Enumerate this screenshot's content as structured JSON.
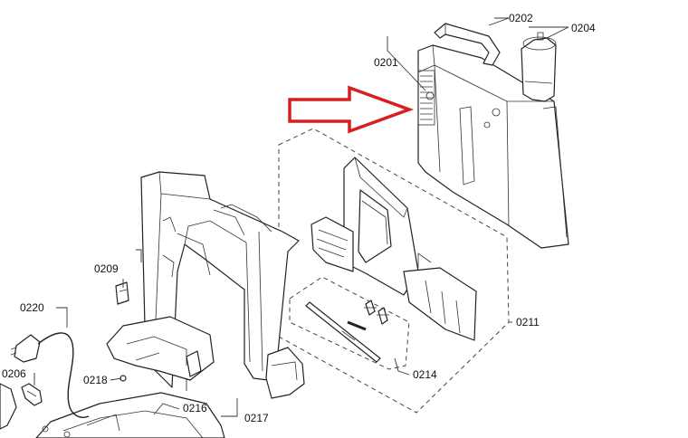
{
  "diagram": {
    "labels": [
      {
        "id": "0201",
        "text": "0201"
      },
      {
        "id": "0202",
        "text": "0202"
      },
      {
        "id": "0204",
        "text": "0204"
      },
      {
        "id": "0206",
        "text": "0206"
      },
      {
        "id": "0209",
        "text": "0209"
      },
      {
        "id": "0211",
        "text": "0211"
      },
      {
        "id": "0214",
        "text": "0214"
      },
      {
        "id": "0216",
        "text": "0216"
      },
      {
        "id": "0217",
        "text": "0217"
      },
      {
        "id": "0218",
        "text": "0218"
      },
      {
        "id": "0220",
        "text": "0220"
      }
    ],
    "arrow": {
      "color": "#d42020",
      "points_to": "0201"
    }
  }
}
